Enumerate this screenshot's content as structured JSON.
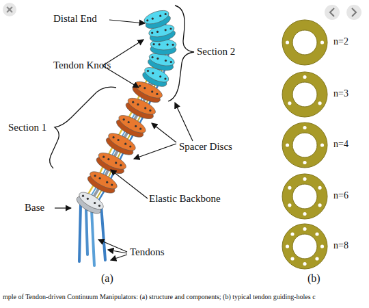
{
  "diagram": {
    "caption": "mple of Tendon-driven Continuum Manipulators: (a) structure and components; (b) typical tendon guiding-holes c",
    "labels": [
      "Distal End",
      "Tendon Knots",
      "Section 2",
      "Section 1",
      "Spacer Discs",
      "Elastic Backbone",
      "Base",
      "Tendons",
      "(a)",
      "(b)",
      "n=2",
      "n=3",
      "n=4",
      "n=6",
      "n=8"
    ]
  }
}
